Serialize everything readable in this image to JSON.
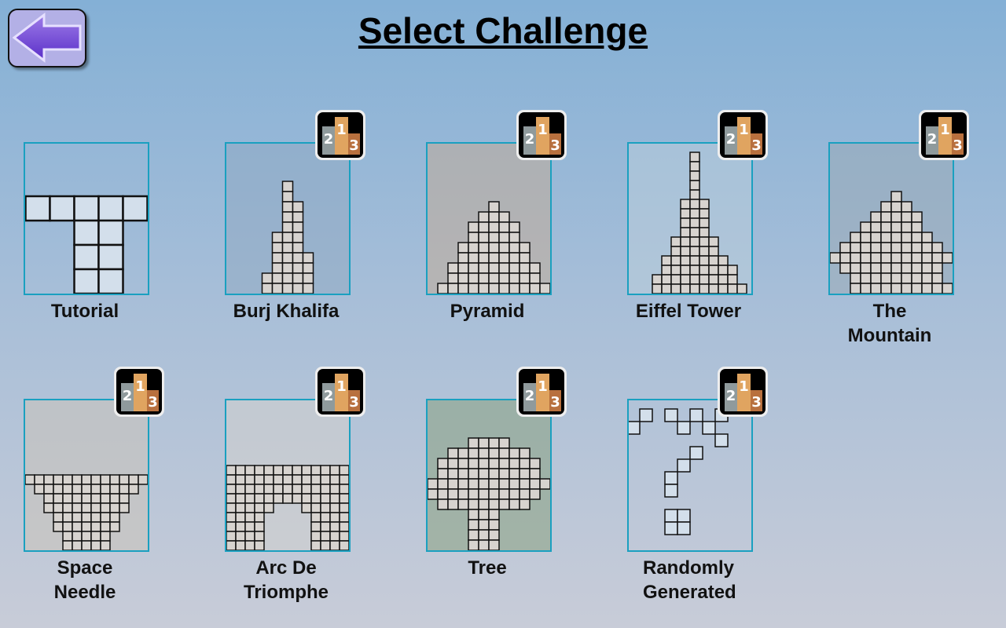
{
  "header": {
    "title": "Select Challenge",
    "back_icon": "back-arrow-icon"
  },
  "challenges": [
    {
      "name": "Tutorial",
      "leaderboard": false
    },
    {
      "name": "Burj Khalifa",
      "leaderboard": true
    },
    {
      "name": "Pyramid",
      "leaderboard": true
    },
    {
      "name": "Eiffel Tower",
      "leaderboard": true
    },
    {
      "name": "The Mountain",
      "leaderboard": true
    },
    {
      "name": "Space Needle",
      "leaderboard": true
    },
    {
      "name": "Arc De Triomphe",
      "leaderboard": true
    },
    {
      "name": "Tree",
      "leaderboard": true
    },
    {
      "name": "Randomly Generated",
      "leaderboard": true
    }
  ],
  "leaderboard_icon": {
    "ranks": [
      "2",
      "1",
      "3"
    ],
    "colors": [
      "#8f9a9c",
      "#e0a460",
      "#b8703e"
    ]
  }
}
